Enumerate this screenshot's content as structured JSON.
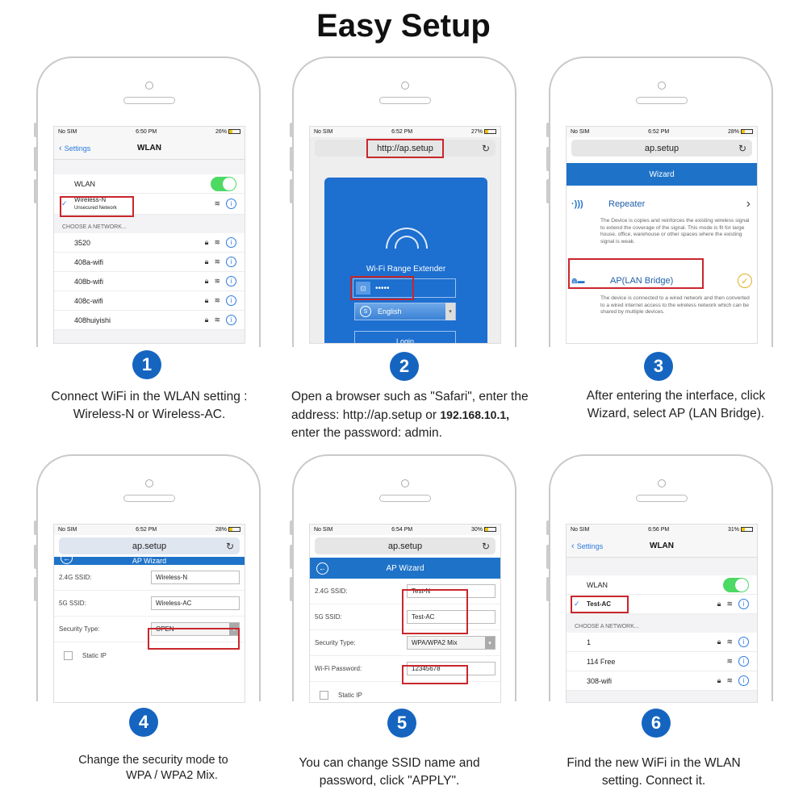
{
  "title": "Easy Setup",
  "steps": [
    {
      "num": "1",
      "caption_l1": "Connect WiFi in the WLAN setting :",
      "caption_l2": "Wireless-N or Wireless-AC."
    },
    {
      "num": "2",
      "caption_l1": "Open a browser such as \"Safari\", enter the",
      "caption_l2a": "address: http://ap.setup or ",
      "caption_l2b": "192.168.10.1,",
      "caption_l3": "enter the password: admin."
    },
    {
      "num": "3",
      "caption_l1": "After entering the interface, click",
      "caption_l2": "Wizard, select AP (LAN Bridge)."
    },
    {
      "num": "4",
      "caption_l1": "Change the security mode to",
      "caption_l2": "WPA / WPA2 Mix."
    },
    {
      "num": "5",
      "caption_l1": "You can change SSID name and",
      "caption_l2": "password, click \"APPLY\"."
    },
    {
      "num": "6",
      "caption_l1": "Find the new WiFi in the WLAN",
      "caption_l2": "setting. Connect it."
    }
  ],
  "phone1": {
    "carrier": "No SIM",
    "time": "6:50 PM",
    "battery": "26%",
    "back": "Settings",
    "nav_title": "WLAN",
    "wlan_label": "WLAN",
    "connected": "Wireless-N",
    "connected_sub": "Unsecured Network",
    "choose": "CHOOSE A NETWORK...",
    "networks": [
      "3520",
      "408a-wifi",
      "408b-wifi",
      "408c-wifi",
      "408huiyishi"
    ]
  },
  "phone2": {
    "carrier": "No SIM",
    "time": "6:52 PM",
    "battery": "27%",
    "url": "http://ap.setup",
    "card_title": "Wi-Fi Range Extender",
    "password": "•••••",
    "language": "English",
    "login": "Login"
  },
  "phone3": {
    "carrier": "No SIM",
    "time": "6:52 PM",
    "battery": "28%",
    "url": "ap.setup",
    "wizard": "Wizard",
    "repeater": "Repeater",
    "repeater_desc": "The Device is copies and reinforces the existing wireless signal to extend the coverage of the signal. This mode is fit for large house, office, warehouse or other spaces where the existing signal is weak.",
    "ap": "AP(LAN Bridge)",
    "ap_desc": "The device is connected to a wired network and then converted to a wired internet access to the wireless network which can be shared by multiple devices."
  },
  "phone4": {
    "carrier": "No SIM",
    "time": "6:52 PM",
    "battery": "28%",
    "url": "ap.setup",
    "header": "AP Wizard",
    "ssid24_label": "2.4G SSID:",
    "ssid24": "Wireless-N",
    "ssid5_label": "5G SSID:",
    "ssid5": "Wireless-AC",
    "sec_label": "Security Type:",
    "sec": "OPEN",
    "static": "Static IP"
  },
  "phone5": {
    "carrier": "No SIM",
    "time": "6:54 PM",
    "battery": "30%",
    "url": "ap.setup",
    "header": "AP Wizard",
    "ssid24_label": "2.4G SSID:",
    "ssid24": "Test-N",
    "ssid5_label": "5G SSID:",
    "ssid5": "Test-AC",
    "sec_label": "Security Type:",
    "sec": "WPA/WPA2 Mix",
    "pw_label": "Wi-Fi Password:",
    "pw": "12345678",
    "static": "Static IP"
  },
  "phone6": {
    "carrier": "No SIM",
    "time": "6:56 PM",
    "battery": "31%",
    "back": "Settings",
    "nav_title": "WLAN",
    "wlan_label": "WLAN",
    "connected": "Test-AC",
    "choose": "CHOOSE A NETWORK...",
    "networks": [
      "1",
      "114 Free",
      "308-wifi"
    ]
  },
  "icons": {
    "wifi": "wifi-icon",
    "lock": "lock-icon",
    "info": "info-icon",
    "refresh": "refresh-icon",
    "check": "check-icon"
  },
  "colors": {
    "accent_blue": "#1565c0",
    "highlight_red": "#c9262c",
    "toggle_green": "#4cd964"
  }
}
